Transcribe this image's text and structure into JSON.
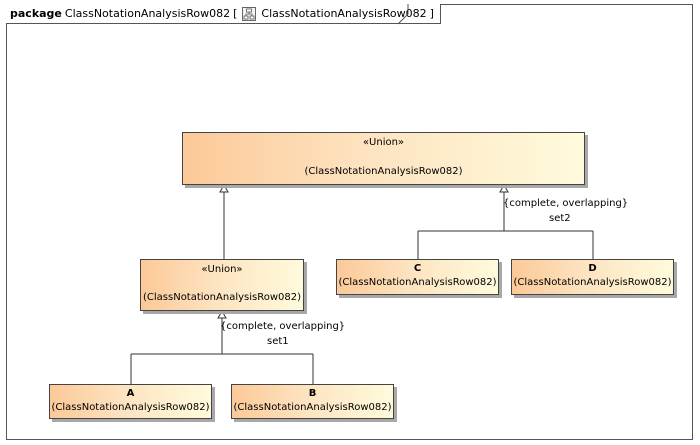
{
  "frame": {
    "keyword": "package",
    "name": "ClassNotationAnalysisRow082",
    "bracket_open": "[",
    "diagram_name": "ClassNotationAnalysisRow082",
    "bracket_close": "]",
    "diagram_icon": "class-diagram-icon"
  },
  "classes": {
    "union_top": {
      "stereotype": "«Union»",
      "owner": "(ClassNotationAnalysisRow082)"
    },
    "union_left": {
      "stereotype": "«Union»",
      "owner": "(ClassNotationAnalysisRow082)"
    },
    "c": {
      "name": "C",
      "owner": "(ClassNotationAnalysisRow082)"
    },
    "d": {
      "name": "D",
      "owner": "(ClassNotationAnalysisRow082)"
    },
    "a": {
      "name": "A",
      "owner": "(ClassNotationAnalysisRow082)"
    },
    "b": {
      "name": "B",
      "owner": "(ClassNotationAnalysisRow082)"
    }
  },
  "generalization_sets": {
    "set2": {
      "constraint": "{complete, overlapping}",
      "name": "set2"
    },
    "set1": {
      "constraint": "{complete, overlapping}",
      "name": "set1"
    }
  },
  "colors": {
    "class_fill_start": "#fcc998",
    "class_fill_end": "#fefbdc",
    "border": "#444444"
  }
}
